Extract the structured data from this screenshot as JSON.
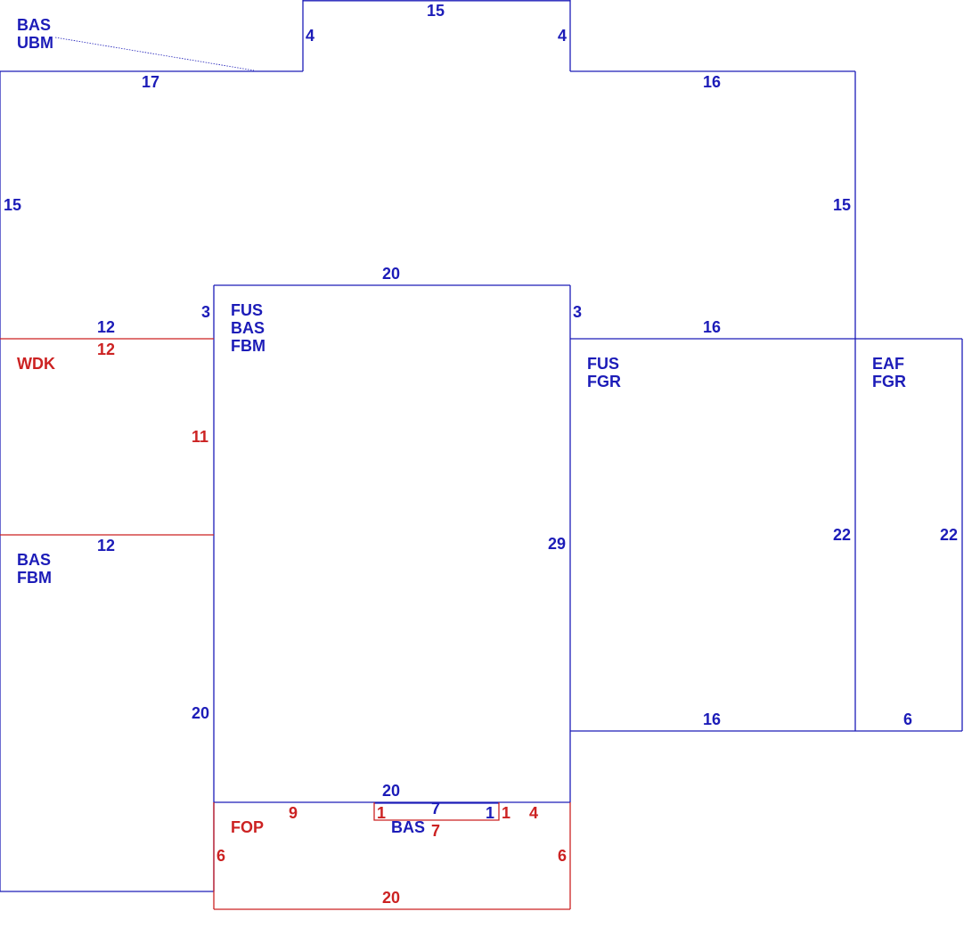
{
  "colors": {
    "blue": "#1c1cb8",
    "red": "#cc2222",
    "background": "#ffffff"
  },
  "dimensions": {
    "top_bump_width": "15",
    "top_bump_left_height": "4",
    "top_bump_right_height": "4",
    "upper_left_width": "17",
    "upper_right_width": "16",
    "upper_left_height": "15",
    "upper_right_height": "15",
    "center_top_width": "20",
    "center_left_step": "3",
    "center_right_step": "3",
    "upper_left_bottom_width": "12",
    "upper_right_bottom_width": "16",
    "wdk_top_width": "12",
    "wdk_height": "11",
    "lower_left_top_width": "12",
    "lower_left_height": "20",
    "center_height": "29",
    "garage_height": "22",
    "addition_height": "22",
    "garage_bottom_width": "16",
    "addition_bottom_width": "6",
    "center_bottom_width": "20",
    "fop_left_top_width": "9",
    "notch_left_side": "1",
    "notch_width": "7",
    "notch_right_side_blue": "1",
    "notch_right_side_red": "1",
    "notch_bottom_width": "7",
    "fop_right_top_width": "4",
    "fop_left_height": "6",
    "fop_right_height": "6",
    "fop_bottom_width": "20"
  },
  "area_codes": {
    "top_left": [
      "BAS",
      "UBM"
    ],
    "wdk": [
      "WDK"
    ],
    "center": [
      "FUS",
      "BAS",
      "FBM"
    ],
    "lower_left": [
      "BAS",
      "FBM"
    ],
    "garage": [
      "FUS",
      "FGR"
    ],
    "addition": [
      "EAF",
      "FGR"
    ],
    "fop": [
      "FOP"
    ],
    "notch": [
      "BAS"
    ]
  }
}
